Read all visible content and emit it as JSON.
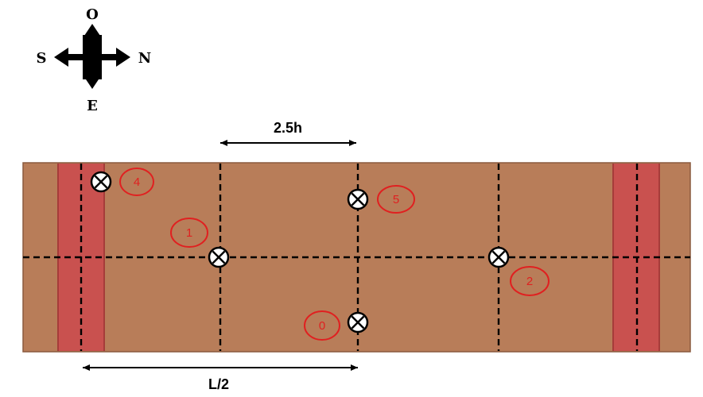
{
  "compass": {
    "top": "O",
    "left": "S",
    "right": "N",
    "bottom": "E"
  },
  "dimensions": {
    "top": "2.5h",
    "bottom": "L/2"
  },
  "points": [
    {
      "id": "4",
      "label": "4"
    },
    {
      "id": "1",
      "label": "1"
    },
    {
      "id": "5",
      "label": "5"
    },
    {
      "id": "2",
      "label": "2"
    },
    {
      "id": "0",
      "label": "0"
    }
  ],
  "colors": {
    "slab": "#b87d59",
    "band": "#c9514f",
    "point_label": "#e02020"
  }
}
